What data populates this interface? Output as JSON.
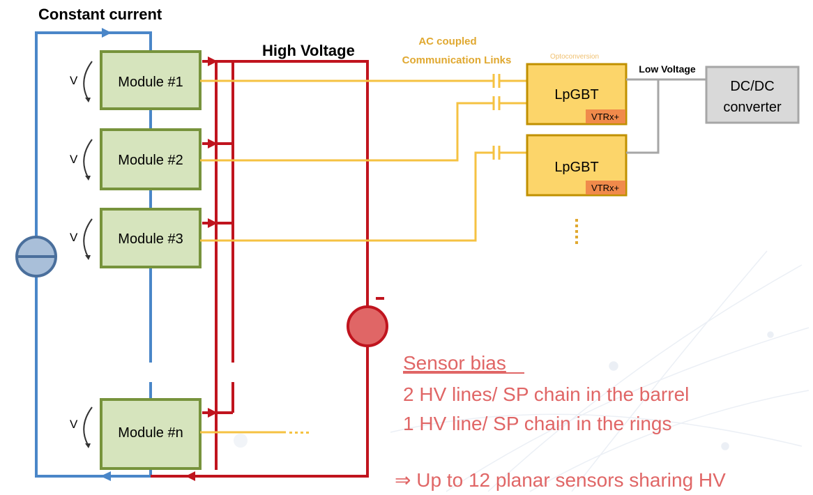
{
  "labels": {
    "constant_current": "Constant current",
    "high_voltage": "High Voltage",
    "ac_coupled_line1": "AC coupled",
    "ac_coupled_line2": "Communication Links",
    "optoconversion": "Optoconversion",
    "low_voltage": "Low Voltage",
    "voltage_symbol": "V",
    "minus_sign": "-"
  },
  "modules": [
    {
      "label": "Module #1"
    },
    {
      "label": "Module #2"
    },
    {
      "label": "Module #3"
    },
    {
      "label": "Module #n"
    }
  ],
  "lpgbt_boxes": [
    {
      "label": "LpGBT",
      "badge": "VTRx+"
    },
    {
      "label": "LpGBT",
      "badge": "VTRx+"
    }
  ],
  "dcdc": {
    "line1": "DC/DC",
    "line2": "converter"
  },
  "notes": {
    "title": "Sensor bias",
    "line1": "2 HV lines/ SP chain in the barrel",
    "line2": "1 HV line/ SP chain in the rings",
    "line3": "⇒ Up to 12 planar sensors sharing HV"
  },
  "colors": {
    "constant_current_wire": "#4a86c8",
    "high_voltage_wire": "#c0141e",
    "link_wire": "#f5c242",
    "low_voltage_wire": "#a6a6a6",
    "module_fill": "#d6e4bd",
    "module_border": "#77933c",
    "lpgbt_fill": "#fcd56a",
    "lpgbt_border": "#c09000",
    "badge_fill": "#f08a4b",
    "note_text": "#e06666"
  }
}
